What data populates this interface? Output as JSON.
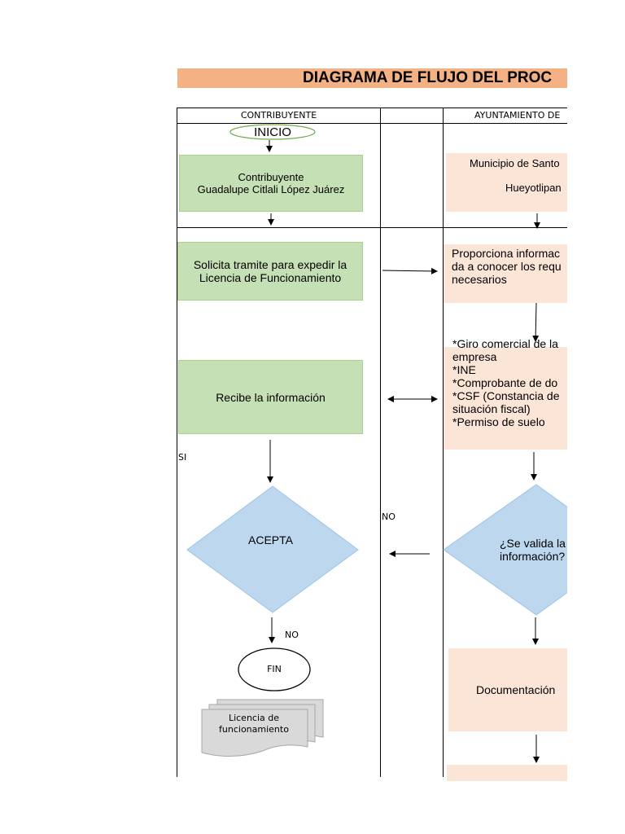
{
  "title": "DIAGRAMA DE FLUJO DEL PROC",
  "columns": {
    "left": "CONTRIBUYENTE",
    "right": "AYUNTAMIENTO DE"
  },
  "start_label": "INICIO",
  "contribuyente_box": {
    "line1": "Contribuyente",
    "line2": "Guadalupe Citlali López Juárez"
  },
  "municipio_box": {
    "line1": "Municipio de Santo",
    "line2": "Hueyotlipan"
  },
  "solicita_box": {
    "line1": "Solicita tramite para expedir la",
    "line2": "Licencia de Funcionamiento"
  },
  "proporciona_box": {
    "line1": "Proporciona informac",
    "line2": "da a conocer los requ",
    "line3": "necesarios"
  },
  "requisitos_box": {
    "line1": "*Giro comercial de la",
    "line2": "empresa",
    "line3": "*INE",
    "line4": "*Comprobante de do",
    "line5": "*CSF (Constancia de",
    "line6": "situación fiscal)",
    "line7": "*Permiso de suelo"
  },
  "recibe_box": "Recibe la información",
  "si_label": "SI",
  "no_label_top": "NO",
  "acepta_label": "ACEPTA",
  "valida_decision": {
    "line1": "¿Se valida la",
    "line2": "información?"
  },
  "no_label_bottom": "NO",
  "fin_label": "FIN",
  "licencia_doc": {
    "line1": "Licencia de",
    "line2": "funcionamiento"
  },
  "documentacion_box": "Documentación",
  "colors": {
    "title_bg": "#f4b183",
    "green_fill": "#c5e0b4",
    "peach_fill": "#fbe5d6",
    "diamond_fill": "#bdd7ee",
    "start_border": "#70ad47"
  }
}
